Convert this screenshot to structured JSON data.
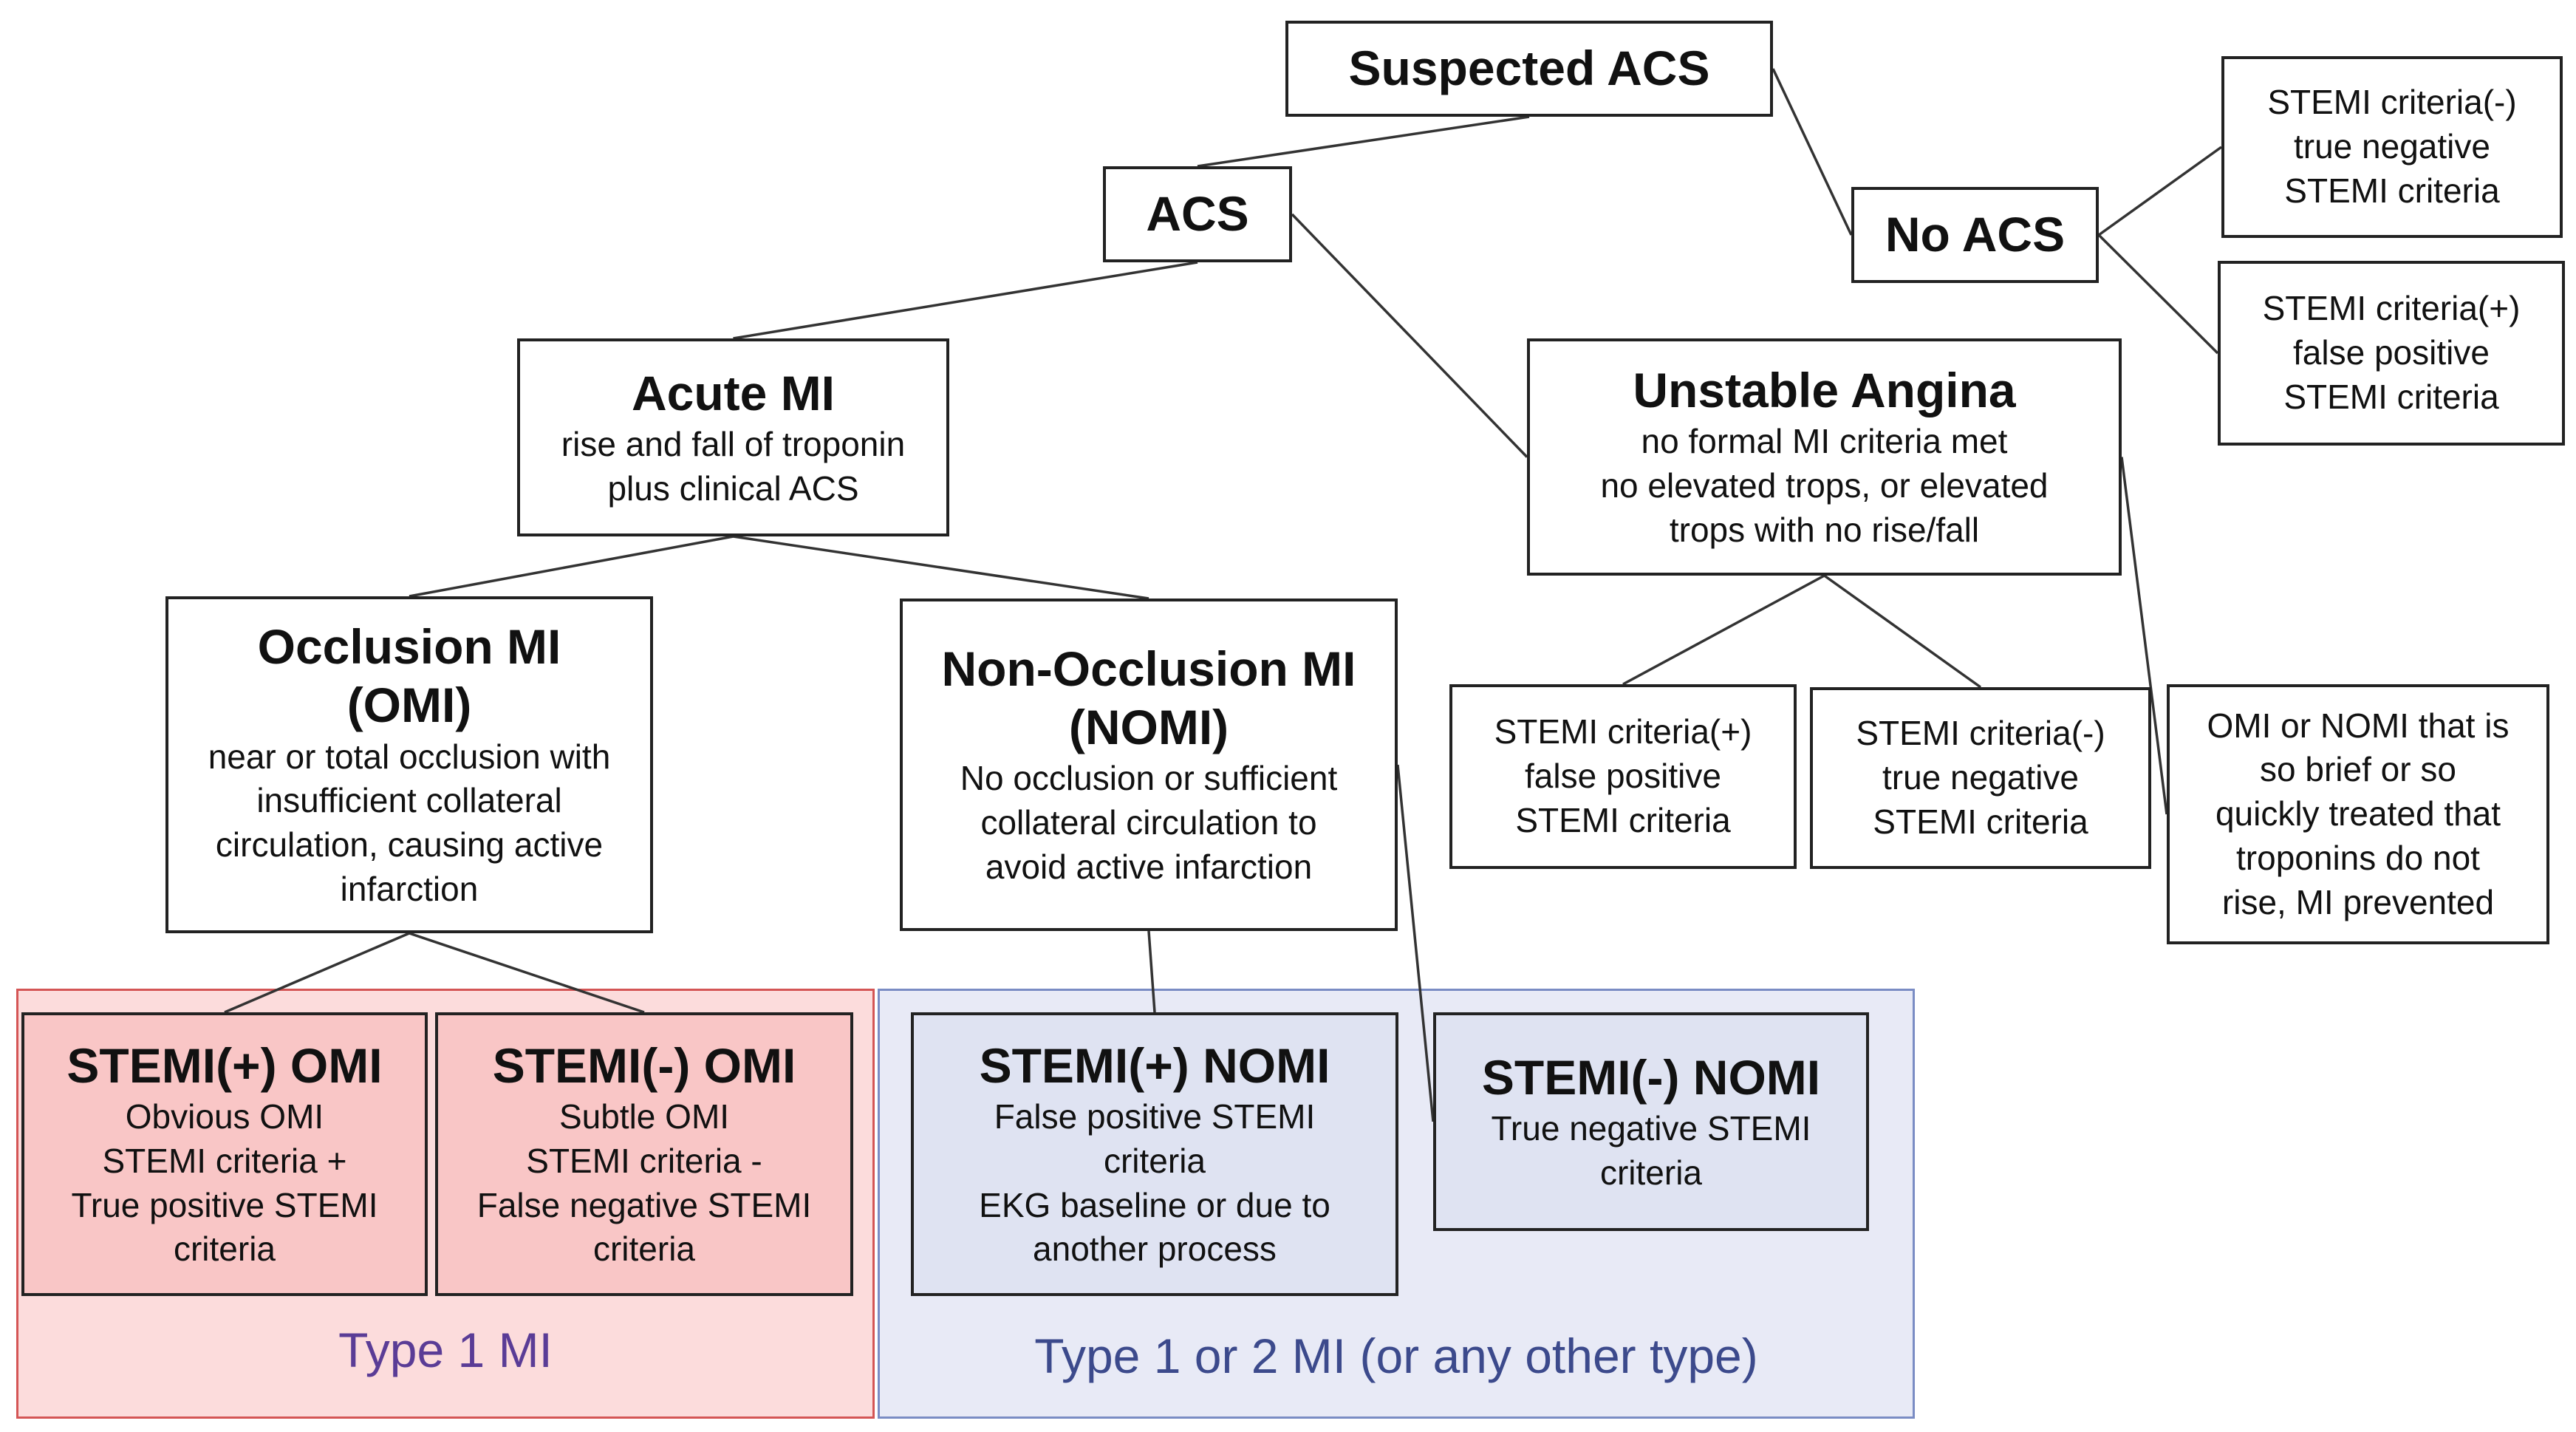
{
  "colors": {
    "type1_fill": "#fcdcdc",
    "type1_border": "#d45555",
    "type1_label": "#5a3c96",
    "type12_fill": "#e8eaf6",
    "type12_border": "#7a8cc4",
    "type12_label": "#3c4a8c",
    "box_border": "#222222",
    "box_tint_red": "#f9c6c6",
    "box_tint_blue": "#dfe3f2"
  },
  "regions": {
    "type1": {
      "label": "Type 1 MI"
    },
    "type12": {
      "label": "Type 1 or 2 MI (or any other type)"
    }
  },
  "nodes": {
    "suspected_acs": {
      "title": [
        "Suspected ACS"
      ],
      "desc": []
    },
    "acs": {
      "title": [
        "ACS"
      ],
      "desc": []
    },
    "no_acs": {
      "title": [
        "No ACS"
      ],
      "desc": []
    },
    "noacs_neg": {
      "title": [],
      "desc": [
        "STEMI criteria(-)",
        "true negative",
        "STEMI criteria"
      ]
    },
    "noacs_pos": {
      "title": [],
      "desc": [
        "STEMI criteria(+)",
        "false positive",
        "STEMI criteria"
      ]
    },
    "acute_mi": {
      "title": [
        "Acute MI"
      ],
      "desc": [
        "rise and fall of troponin",
        "plus clinical ACS"
      ]
    },
    "unstable_angina": {
      "title": [
        "Unstable Angina"
      ],
      "desc": [
        "no formal MI criteria met",
        "no elevated trops, or elevated",
        "trops with no rise/fall"
      ]
    },
    "omi": {
      "title": [
        "Occlusion MI",
        "(OMI)"
      ],
      "desc": [
        "near or total occlusion with",
        "insufficient collateral",
        "circulation, causing active",
        "infarction"
      ]
    },
    "nomi": {
      "title": [
        "Non-Occlusion MI",
        "(NOMI)"
      ],
      "desc": [
        "No occlusion or sufficient",
        "collateral circulation to",
        "avoid active infarction"
      ]
    },
    "ua_pos": {
      "title": [],
      "desc": [
        "STEMI criteria(+)",
        "false positive",
        "STEMI criteria"
      ]
    },
    "ua_neg": {
      "title": [],
      "desc": [
        "STEMI criteria(-)",
        "true negative",
        "STEMI criteria"
      ]
    },
    "ua_brief": {
      "title": [],
      "desc": [
        "OMI or NOMI that is",
        "so brief or so",
        "quickly treated that",
        "troponins do not",
        "rise, MI prevented"
      ]
    },
    "stemi_pos_omi": {
      "title": [
        "STEMI(+) OMI"
      ],
      "desc": [
        "Obvious OMI",
        "STEMI criteria +",
        "True positive STEMI",
        "criteria"
      ]
    },
    "stemi_neg_omi": {
      "title": [
        "STEMI(-) OMI"
      ],
      "desc": [
        "Subtle OMI",
        "STEMI criteria -",
        "False negative STEMI",
        "criteria"
      ]
    },
    "stemi_pos_nomi": {
      "title": [
        "STEMI(+) NOMI"
      ],
      "desc": [
        "False positive STEMI",
        "criteria",
        "EKG baseline or due to",
        "another process"
      ]
    },
    "stemi_neg_nomi": {
      "title": [
        "STEMI(-) NOMI"
      ],
      "desc": [
        "True negative STEMI",
        "criteria"
      ]
    }
  },
  "edges": [
    [
      "suspected_acs",
      "acs"
    ],
    [
      "suspected_acs",
      "no_acs"
    ],
    [
      "no_acs",
      "noacs_neg"
    ],
    [
      "no_acs",
      "noacs_pos"
    ],
    [
      "acs",
      "acute_mi"
    ],
    [
      "acs",
      "unstable_angina"
    ],
    [
      "acute_mi",
      "omi"
    ],
    [
      "acute_mi",
      "nomi"
    ],
    [
      "unstable_angina",
      "ua_pos"
    ],
    [
      "unstable_angina",
      "ua_neg"
    ],
    [
      "unstable_angina",
      "ua_brief"
    ],
    [
      "omi",
      "stemi_pos_omi"
    ],
    [
      "omi",
      "stemi_neg_omi"
    ],
    [
      "nomi",
      "stemi_pos_nomi"
    ],
    [
      "nomi",
      "stemi_neg_nomi"
    ]
  ]
}
